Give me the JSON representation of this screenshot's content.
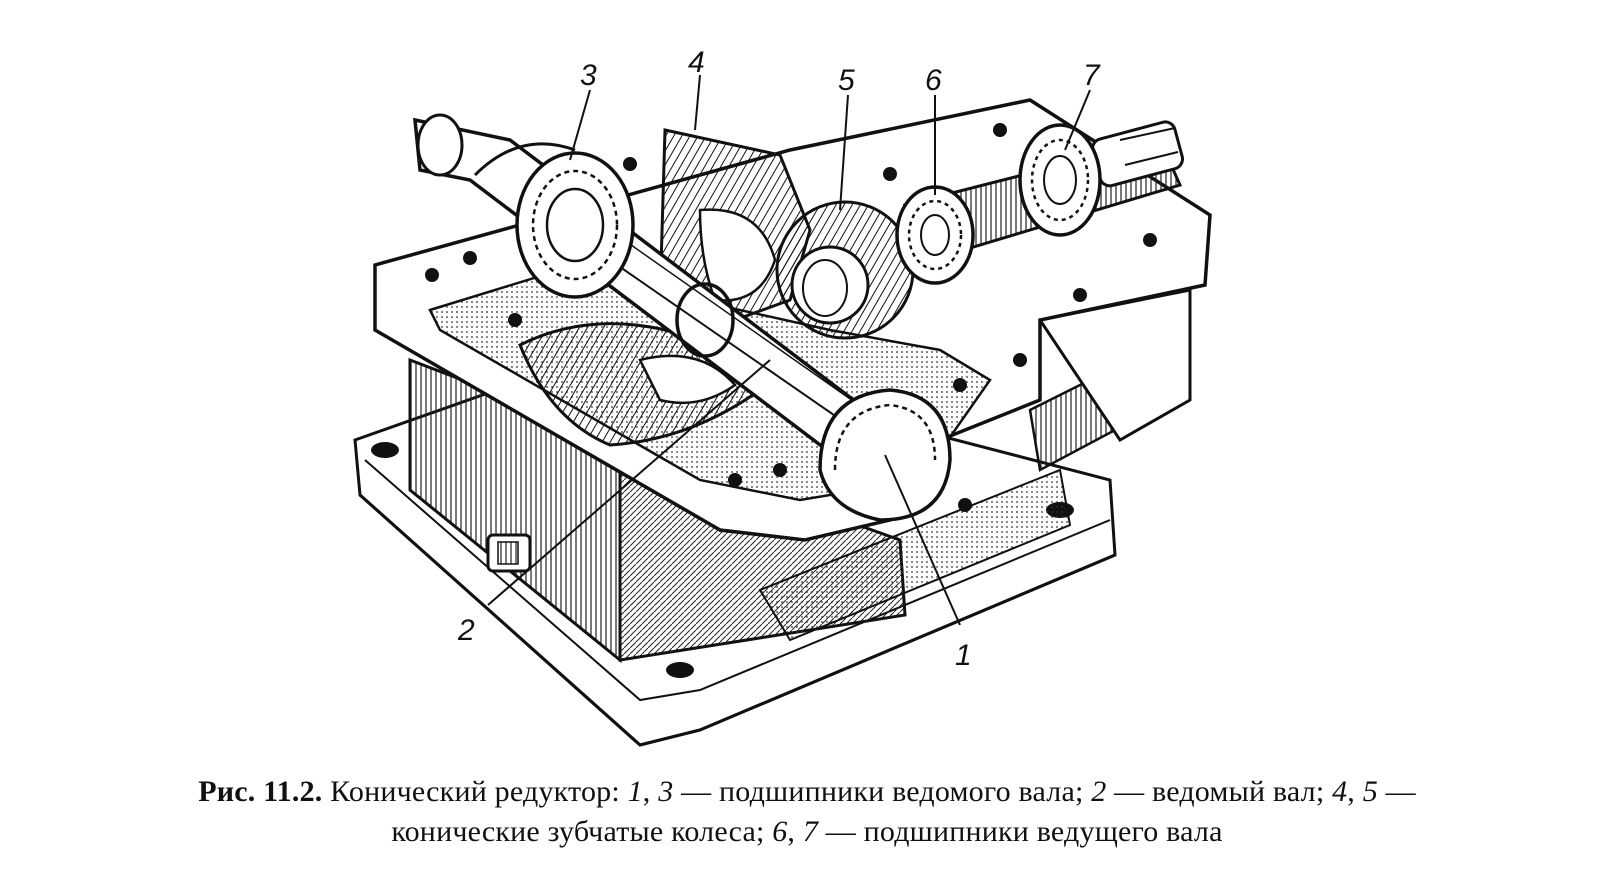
{
  "figure": {
    "callouts": [
      {
        "id": "1",
        "label": "1"
      },
      {
        "id": "2",
        "label": "2"
      },
      {
        "id": "3",
        "label": "3"
      },
      {
        "id": "4",
        "label": "4"
      },
      {
        "id": "5",
        "label": "5"
      },
      {
        "id": "6",
        "label": "6"
      },
      {
        "id": "7",
        "label": "7"
      }
    ]
  },
  "caption": {
    "fig_number": "Рис. 11.2.",
    "title": " Конический редуктор: ",
    "n1": "1",
    "sep1": ", ",
    "n3": "3",
    "text_a": " — подшипники ведомого вала; ",
    "n2": "2",
    "text_b": " — ведомый вал; ",
    "n4": "4",
    "sep2": ", ",
    "n5": "5",
    "text_c": " —",
    "text_d": "конические зубчатые колеса; ",
    "n6": "6",
    "sep3": ", ",
    "n7": "7",
    "text_e": " — подшипники ведущего вала"
  }
}
